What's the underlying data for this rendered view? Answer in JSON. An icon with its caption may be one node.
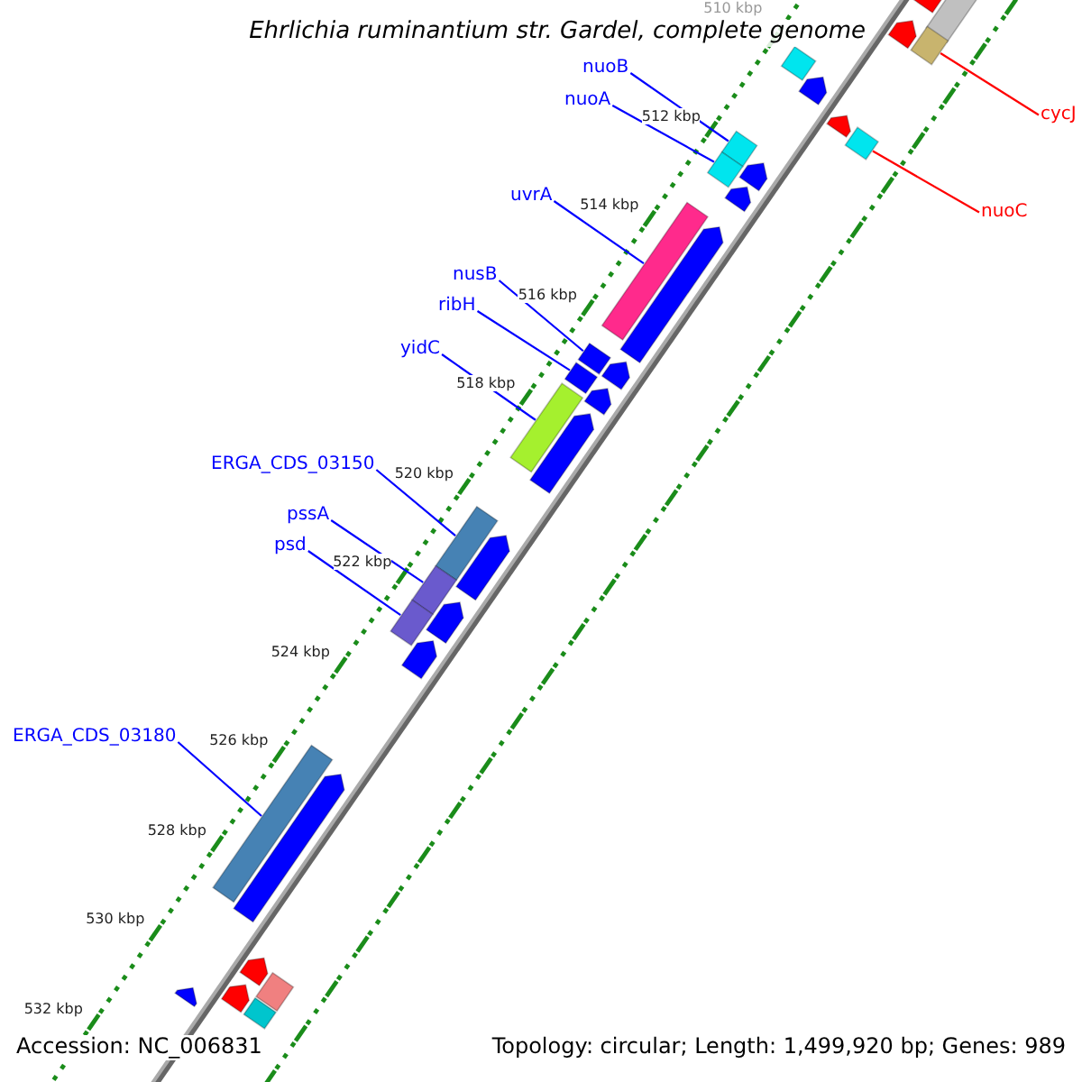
{
  "diagram": {
    "title": "Ehrlichia ruminantium str. Gardel, complete genome",
    "nodes": [
      {
        "text": [
          "nuoB"
        ]
      },
      {
        "text": [
          "nuoA"
        ]
      },
      {
        "text": [
          "uvrA"
        ]
      },
      {
        "text": [
          "nusB"
        ]
      },
      {
        "text": [
          "ribH"
        ]
      },
      {
        "text": [
          "yidC"
        ]
      },
      {
        "text": [
          "ERGA_CDS_03150"
        ]
      },
      {
        "text": [
          "pssA"
        ]
      },
      {
        "text": [
          "psd"
        ]
      },
      {
        "text": [
          "ERGA_CDS_03180"
        ]
      },
      {
        "text": [
          "cycJ"
        ]
      },
      {
        "text": [
          "nuoC"
        ]
      },
      {
        "text": [],
        "shape": "box"
      },
      {
        "text": [],
        "shape": "pentagon"
      },
      {
        "text": [],
        "shape": "box"
      },
      {
        "text": [],
        "shape": "pentagon"
      },
      {
        "text": [],
        "shape": "box"
      },
      {
        "text": [],
        "shape": "pentagon"
      },
      {
        "text": [],
        "shape": "pentagon"
      },
      {
        "text": [],
        "shape": "box"
      },
      {
        "text": [],
        "shape": "box"
      },
      {
        "text": [],
        "shape": "pentagon"
      },
      {
        "text": [],
        "shape": "box"
      },
      {
        "text": [],
        "shape": "pentagon"
      },
      {
        "text": [],
        "shape": "box"
      },
      {
        "text": [],
        "shape": "pentagon"
      },
      {
        "text": [],
        "shape": "pentagon"
      },
      {
        "text": [],
        "shape": "box"
      },
      {
        "text": [],
        "shape": "box"
      },
      {
        "text": [],
        "shape": "pentagon"
      },
      {
        "text": [],
        "shape": "box"
      },
      {
        "text": [],
        "shape": "pentagon"
      },
      {
        "text": [],
        "shape": "box"
      },
      {
        "text": [],
        "shape": "pentagon"
      },
      {
        "text": [],
        "shape": "box"
      },
      {
        "text": [],
        "shape": "pentagon"
      },
      {
        "text": [],
        "shape": "box"
      },
      {
        "text": [],
        "shape": "pentagon"
      },
      {
        "text": [],
        "shape": "box"
      },
      {
        "text": [],
        "shape": "pentagon"
      },
      {
        "text": [],
        "shape": "pentagon"
      },
      {
        "text": [],
        "shape": "box"
      },
      {
        "text": [],
        "shape": "box"
      },
      {
        "text": [],
        "shape": "pentagon"
      },
      {
        "text": [],
        "shape": "pentagon"
      }
    ],
    "edges": [
      {
        "from": 0,
        "to": 20,
        "arrow": "none"
      },
      {
        "from": 1,
        "to": 22,
        "arrow": "none"
      },
      {
        "from": 2,
        "to": 24,
        "arrow": "none"
      },
      {
        "from": 3,
        "to": 27,
        "arrow": "none"
      },
      {
        "from": 4,
        "to": 28,
        "arrow": "none"
      },
      {
        "from": 5,
        "to": 30,
        "arrow": "none"
      },
      {
        "from": 6,
        "to": 32,
        "arrow": "none"
      },
      {
        "from": 7,
        "to": 34,
        "arrow": "none"
      },
      {
        "from": 8,
        "to": 36,
        "arrow": "none"
      },
      {
        "from": 9,
        "to": 38,
        "arrow": "none"
      },
      {
        "from": 10,
        "to": 14,
        "arrow": "none",
        "color": "#ff0000"
      },
      {
        "from": 11,
        "to": 19,
        "arrow": "none",
        "color": "#ff0000"
      }
    ],
    "labels": [
      "510 kbp",
      "512 kbp",
      "514 kbp",
      "516 kbp",
      "518 kbp",
      "520 kbp",
      "522 kbp",
      "524 kbp",
      "526 kbp",
      "528 kbp",
      "530 kbp",
      "532 kbp",
      "Accession: NC_006831",
      "Topology: circular; Length: 1,499,920 bp; Genes: 989"
    ]
  }
}
